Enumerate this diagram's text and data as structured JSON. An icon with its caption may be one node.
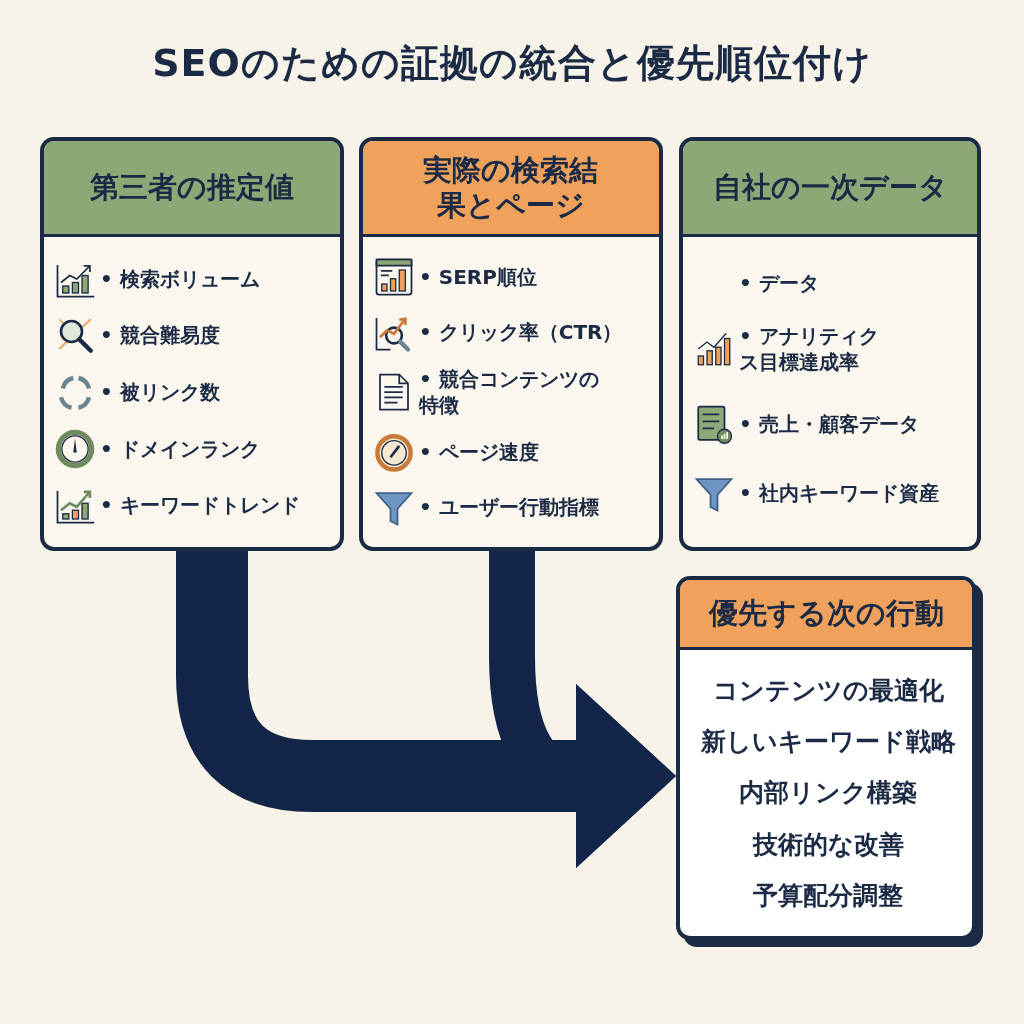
{
  "diagram": {
    "title": "SEOのための証拠の統合と優先順位付け",
    "nodes": [
      {
        "text": [
          "第三者の推定値",
          "• 検索ボリューム",
          "• 競合難易度",
          "• 被リンク数",
          "• ドメインランク",
          "• キーワードトレンド"
        ]
      },
      {
        "text": [
          "実際の検索結果とページ",
          "• SERP順位",
          "• クリック率（CTR）",
          "• 競合コンテンツの特徴",
          "• ページ速度",
          "• ユーザー行動指標"
        ]
      },
      {
        "text": [
          "自社の一次データ",
          "• データ",
          "• アナリティクス目標達成率",
          "• 売上・顧客データ",
          "• 社内キーワード資産"
        ]
      },
      {
        "text": [
          "優先する次の行動",
          "コンテンツの最適化",
          "新しいキーワード戦略",
          "内部リンク構築",
          "技術的な改善",
          "予算配分調整"
        ]
      }
    ],
    "edges": [
      {
        "from": 0,
        "to": 3,
        "arrow": "to"
      },
      {
        "from": 1,
        "to": 3,
        "arrow": "to"
      }
    ]
  }
}
